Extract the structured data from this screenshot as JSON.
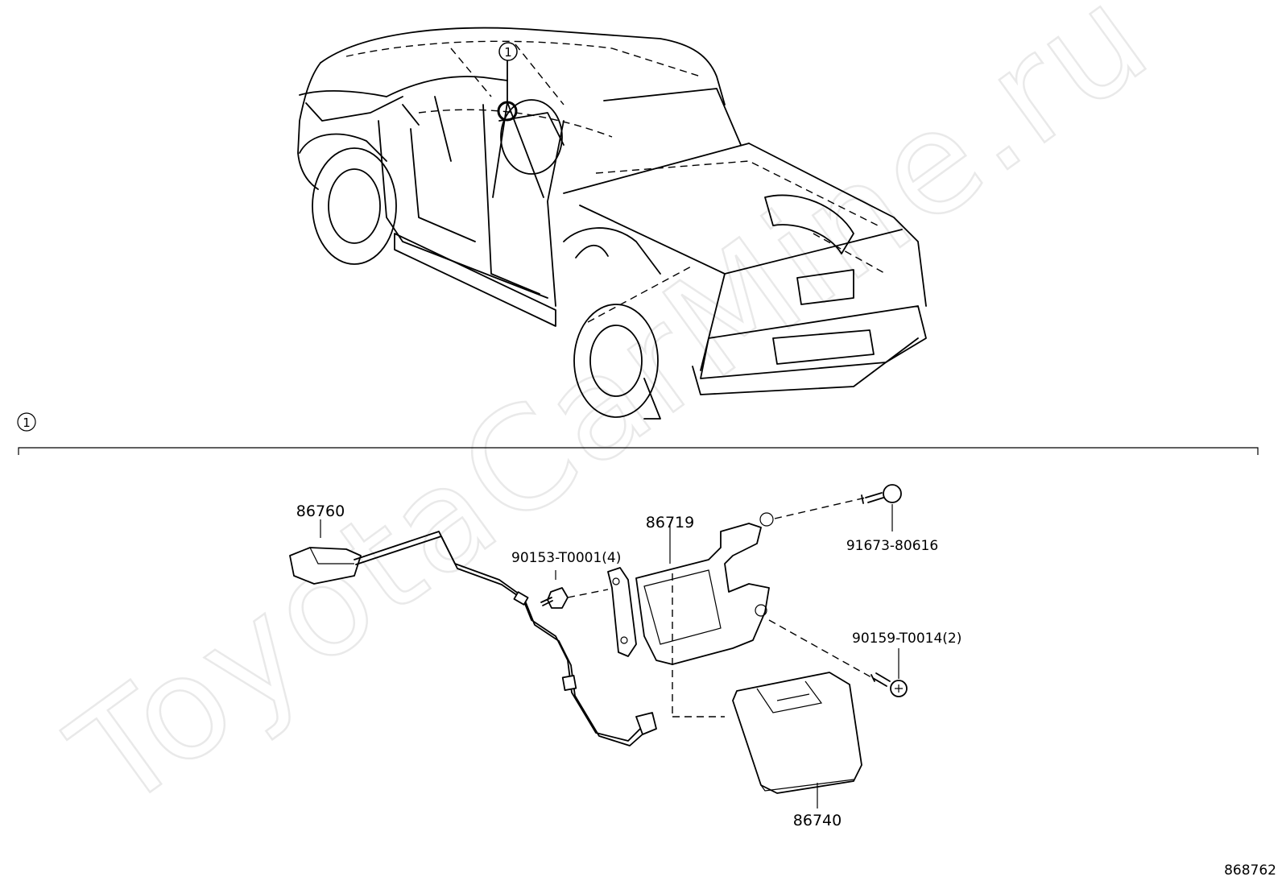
{
  "diagram": {
    "watermark": "ToyotaCarMine.ru",
    "image_code": "868762",
    "callout": "1",
    "parts": {
      "antenna": "86760",
      "bracket": "86719",
      "module": "86740",
      "bolt_top": "91673-80616",
      "nut": "90153-T0001(4)",
      "screw": "90159-T0014(2)"
    }
  }
}
